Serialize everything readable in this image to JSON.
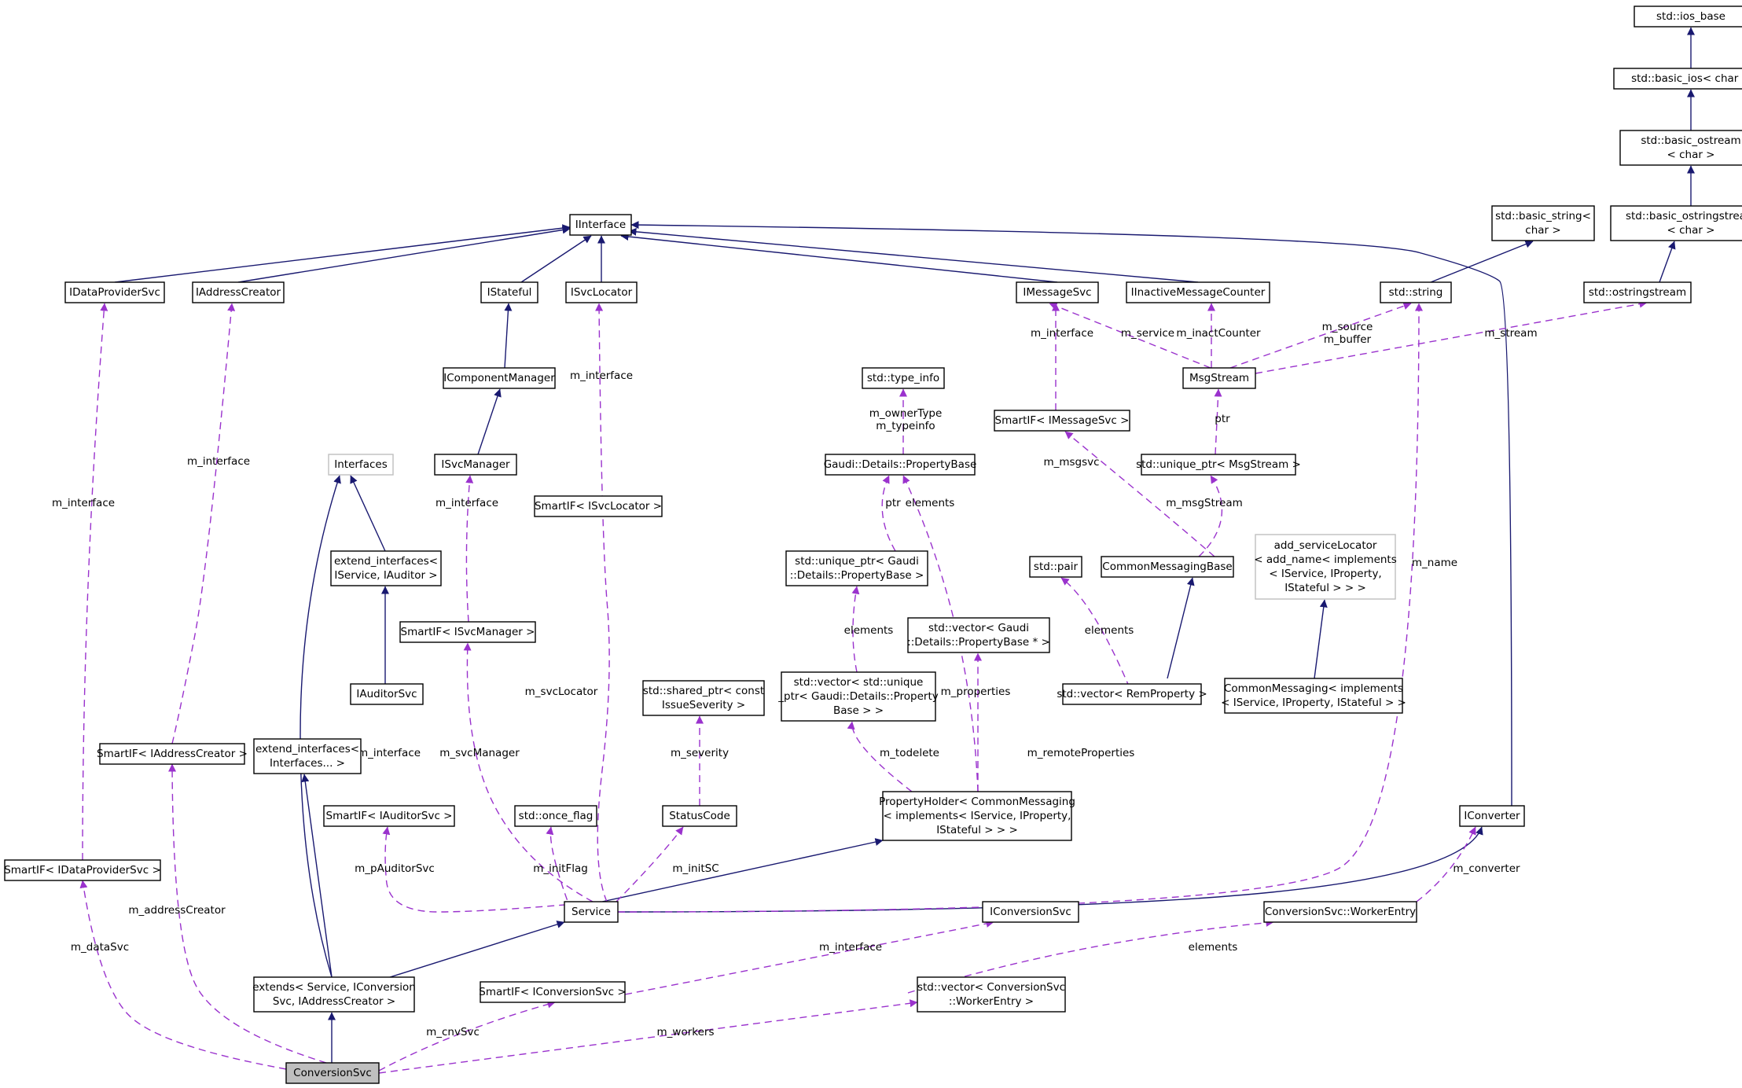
{
  "colors": {
    "inheritance_edge": "#191970",
    "usage_edge": "#9a32cd",
    "node_border": "#000000",
    "template_node_border": "#bfbfbf",
    "focus_node_fill": "#bfbfbf"
  },
  "nodes": {
    "ios_base": [
      "std::ios_base"
    ],
    "basic_ios": [
      "std::basic_ios< char >"
    ],
    "basic_ostream": [
      "std::basic_ostream",
      "< char >"
    ],
    "basic_ostringstream": [
      "std::basic_ostringstream",
      "< char >"
    ],
    "basic_string": [
      "std::basic_string<",
      "char >"
    ],
    "iinterface": [
      "IInterface"
    ],
    "idataprovidersvc": [
      "IDataProviderSvc"
    ],
    "iaddresscreator": [
      "IAddressCreator"
    ],
    "istateful": [
      "IStateful"
    ],
    "isvclocator": [
      "ISvcLocator"
    ],
    "imessagesvc": [
      "IMessageSvc"
    ],
    "iinactivemessagecounter": [
      "IInactiveMessageCounter"
    ],
    "std_string": [
      "std::string"
    ],
    "ostringstream": [
      "std::ostringstream"
    ],
    "icomponentmanager": [
      "IComponentManager"
    ],
    "type_info": [
      "std::type_info"
    ],
    "msgstream": [
      "MsgStream"
    ],
    "smartif_imessagesvc": [
      "SmartIF< IMessageSvc >"
    ],
    "interfaces": [
      "Interfaces"
    ],
    "isvcmanager": [
      "ISvcManager"
    ],
    "propertybase": [
      "Gaudi::Details::PropertyBase"
    ],
    "unique_ptr_msgstream": [
      "std::unique_ptr< MsgStream >"
    ],
    "smartif_isvclocator": [
      "SmartIF< ISvcLocator >"
    ],
    "extend_interfaces_service": [
      "extend_interfaces<",
      "IService, IAuditor >"
    ],
    "unique_ptr_propertybase": [
      "std::unique_ptr< Gaudi",
      "::Details::PropertyBase >"
    ],
    "std_pair": [
      "std::pair"
    ],
    "commonmessagingbase": [
      "CommonMessagingBase"
    ],
    "add_servicelocator": [
      "add_serviceLocator",
      "< add_name< implements",
      "< IService, IProperty,",
      "IStateful > > >"
    ],
    "smartif_isvcmanager": [
      "SmartIF< ISvcManager >"
    ],
    "vector_propertybase": [
      "std::vector< Gaudi",
      "::Details::PropertyBase * >"
    ],
    "iauditorsvc": [
      "IAuditorSvc"
    ],
    "shared_ptr_issueseverity": [
      "std::shared_ptr< const",
      "IssueSeverity >"
    ],
    "vector_unique_ptr": [
      "std::vector< std::unique",
      "_ptr< Gaudi::Details::Property",
      "Base > >"
    ],
    "vector_remproperty": [
      "std::vector< RemProperty >"
    ],
    "commonmessaging": [
      "CommonMessaging< implements",
      "< IService, IProperty, IStateful > >"
    ],
    "smartif_iaddresscreator": [
      "SmartIF< IAddressCreator >"
    ],
    "extend_interfaces_pack": [
      "extend_interfaces<",
      "Interfaces... >"
    ],
    "smartif_iauditorsvc": [
      "SmartIF< IAuditorSvc >"
    ],
    "once_flag": [
      "std::once_flag"
    ],
    "statuscode": [
      "StatusCode"
    ],
    "propertyholder": [
      "PropertyHolder< CommonMessaging",
      "< implements< IService, IProperty,",
      "IStateful > > >"
    ],
    "iconverter": [
      "IConverter"
    ],
    "smartif_idataprovidersvc": [
      "SmartIF< IDataProviderSvc >"
    ],
    "service": [
      "Service"
    ],
    "iconversionsvc": [
      "IConversionSvc"
    ],
    "workerentry": [
      "ConversionSvc::WorkerEntry"
    ],
    "extends": [
      "extends< Service, IConversion",
      "Svc, IAddressCreator >"
    ],
    "smartif_iconversionsvc": [
      "SmartIF< IConversionSvc >"
    ],
    "vector_workerentry": [
      "std::vector< ConversionSvc",
      "::WorkerEntry >"
    ],
    "conversionsvc": [
      "ConversionSvc"
    ]
  },
  "edge_labels": {
    "m_interface": "m_interface",
    "m_service": "m_service",
    "m_inactCounter": "m_inactCounter",
    "m_source_buffer": [
      "m_source",
      "m_buffer"
    ],
    "m_stream": "m_stream",
    "m_ownerType_typeinfo": [
      "m_ownerType",
      "m_typeinfo"
    ],
    "ptr": "ptr",
    "m_msgsvc": "m_msgsvc",
    "elements": "elements",
    "m_msgStream": "m_msgStream",
    "m_name": "m_name",
    "m_svcLocator": "m_svcLocator",
    "m_properties": "m_properties",
    "m_svcManager": "m_svcManager",
    "m_todelete": "m_todelete",
    "m_remoteProperties": "m_remoteProperties",
    "m_severity": "m_severity",
    "m_pAuditorSvc": "m_pAuditorSvc",
    "m_initFlag": "m_initFlag",
    "m_initSC": "m_initSC",
    "m_converter": "m_converter",
    "m_addressCreator": "m_addressCreator",
    "m_dataSvc": "m_dataSvc",
    "m_cnvSvc": "m_cnvSvc",
    "m_workers": "m_workers"
  }
}
